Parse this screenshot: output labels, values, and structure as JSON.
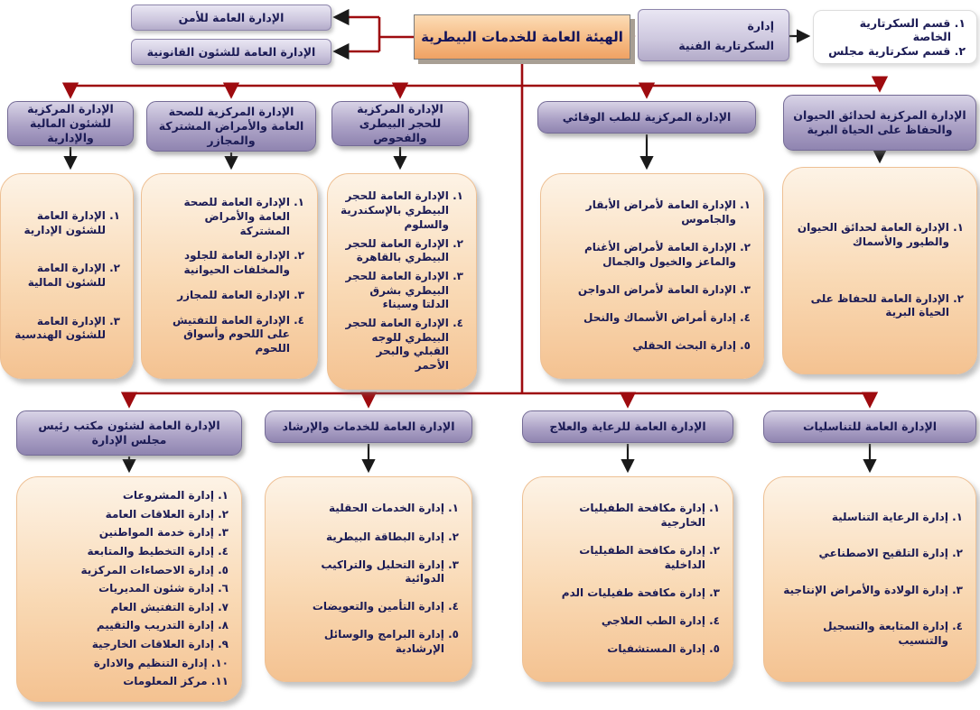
{
  "root": {
    "title": "الهيئة العامة للخدمات البيطرية"
  },
  "top_left": [
    {
      "label": "الإدارة العامة للأمن"
    },
    {
      "label": "الإدارة العامة للشئون القانونية"
    }
  ],
  "secretariat": {
    "line1": "إدارة",
    "line2": "السكرتارية الفنية",
    "sections": [
      "١. قسم السكرتارية الخاصة",
      "٢. قسم سكرتارية مجلس"
    ]
  },
  "central_departments": [
    {
      "header": "الإدارة المركزية للشئون المالية والإدارية",
      "items": [
        "١. الإدارة العامة للشئون الإدارية",
        "٢. الإدارة العامة للشئون المالية",
        "٣. الإدارة العامة للشئون الهندسية"
      ]
    },
    {
      "header": "الإدارة المركزية للصحة العامة والأمراض المشتركة والمجازر",
      "items": [
        "١. الإدارة العامة للصحة العامة والأمراض المشتركة",
        "٢. الإدارة العامة للجلود والمخلفات الحيوانية",
        "٣. الإدارة العامة للمجازر",
        "٤. الإدارة العامة للتفتيش على اللحوم وأسواق اللحوم"
      ]
    },
    {
      "header": "الإدارة المركزية للحجر البيطرى والفحوص",
      "items": [
        "١. الإدارة العامة للحجر البيطري بالإسكندرية والسلوم",
        "٢. الإدارة العامة للحجر البيطري بالقاهرة",
        "٣. الإدارة العامة للحجر البيطري بشرق الدلتا وسيناء",
        "٤. الإدارة العامة للحجر البيطري للوجه القبلي والبحر الأحمر"
      ]
    },
    {
      "header": "الإدارة المركزية للطب الوقائي",
      "items": [
        "١. الإدارة العامة لأمراض الأبقار والجاموس",
        "٢. الإدارة العامة لأمراض الأغنام والماعز والخيول والجمال",
        "٣. الإدارة العامة لأمراض الدواجن",
        "٤. إدارة أمراض الأسماك والنحل",
        "٥. إدارة البحث الحقلي"
      ]
    },
    {
      "header": "الإدارة المركزية لحدائق الحيوان والحفاظ على الحياة البرية",
      "items": [
        "١. الإدارة العامة لحدائق الحيوان والطيور والأسماك",
        "٢. الإدارة العامة للحفاظ على الحياة البرية"
      ]
    }
  ],
  "general_departments": [
    {
      "header": "الإدارة العامة لشئون مكتب رئيس مجلس الإدارة",
      "items": [
        "١. إدارة المشروعات",
        "٢. إدارة العلاقات العامة",
        "٣. إدارة خدمة المواطنين",
        "٤. إدارة التخطيط والمتابعة",
        "٥. إدارة الاحصاءات المركزية",
        "٦. إدارة شئون المديريات",
        "٧. إدارة التفتيش العام",
        "٨. إدارة التدريب والتقييم",
        "٩. إدارة العلاقات الخارجية",
        "١٠. إدارة التنظيم والادارة",
        "١١. مركز المعلومات"
      ]
    },
    {
      "header": "الإدارة العامة للخدمات والإرشاد",
      "items": [
        "١. إدارة الخدمات الحقلية",
        "٢. إدارة البطاقة البيطرية",
        "٣. إدارة التحليل والتراكيب الدوائية",
        "٤. إدارة التأمين والتعويضات",
        "٥. إدارة البرامج والوسائل الإرشادية"
      ]
    },
    {
      "header": "الإدارة العامة للرعاية والعلاج",
      "items": [
        "١. إدارة مكافحة الطفيليات الخارجية",
        "٢. إدارة مكافحة الطفيليات الداخلية",
        "٣. إدارة مكافحة طفيليات الدم",
        "٤. إدارة الطب العلاجي",
        "٥. إدارة المستشفيات"
      ]
    },
    {
      "header": "الإدارة العامة للتناسليات",
      "items": [
        "١. إدارة الرعاية التناسلية",
        "٢. إدارة التلقيح الاصطناعي",
        "٣. إدارة الولادة والأمراض الإنتاجية",
        "٤. إدارة المتابعة والتسجيل والتنسيب"
      ]
    }
  ],
  "colors": {
    "connector_red": "#9e0b0f",
    "connector_black": "#1a1a1a",
    "header_purple": "#a79dc4",
    "node_peach": "#f6c89c",
    "title_peach": "#f6bc85",
    "text_navy": "#1b1b55"
  }
}
